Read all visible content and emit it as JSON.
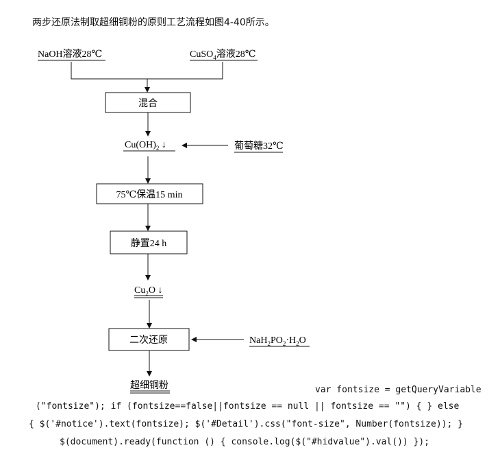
{
  "intro": "两步还原法制取超细铜粉的原则工艺流程如图4-40所示。",
  "diagram": {
    "inputs": {
      "naoh": "NaOH溶液28℃",
      "cuso4_pre": "CuSO",
      "cuso4_sub": "4",
      "cuso4_post": "溶液28℃"
    },
    "steps": {
      "mix": "混合",
      "cuoh_pre": "Cu(OH)",
      "cuoh_sub": "2",
      "cuoh_arrow": " ↓",
      "glucose": "葡萄糖32℃",
      "heat": "75℃保温15 min",
      "stand": "静置24 h",
      "cu2o_pre": "Cu",
      "cu2o_sub": "2",
      "cu2o_post": "O ↓",
      "second": "二次还原",
      "reagent_a": "NaH",
      "reagent_s1": "2",
      "reagent_b": "PO",
      "reagent_s2": "2",
      "reagent_c": "·H",
      "reagent_s3": "2",
      "reagent_d": "O",
      "product": "超细铜粉"
    }
  },
  "code": {
    "line1": "var fontsize = getQueryVariable",
    "line2": "(\"fontsize\"); if (fontsize==false||fontsize == null || fontsize == \"\") { } else",
    "line3": "{ $('#notice').text(fontsize); $('#Detail').css(\"font-size\", Number(fontsize)); }",
    "line4": "$(document).ready(function () { console.log($(\"#hidvalue\").val()) });"
  }
}
